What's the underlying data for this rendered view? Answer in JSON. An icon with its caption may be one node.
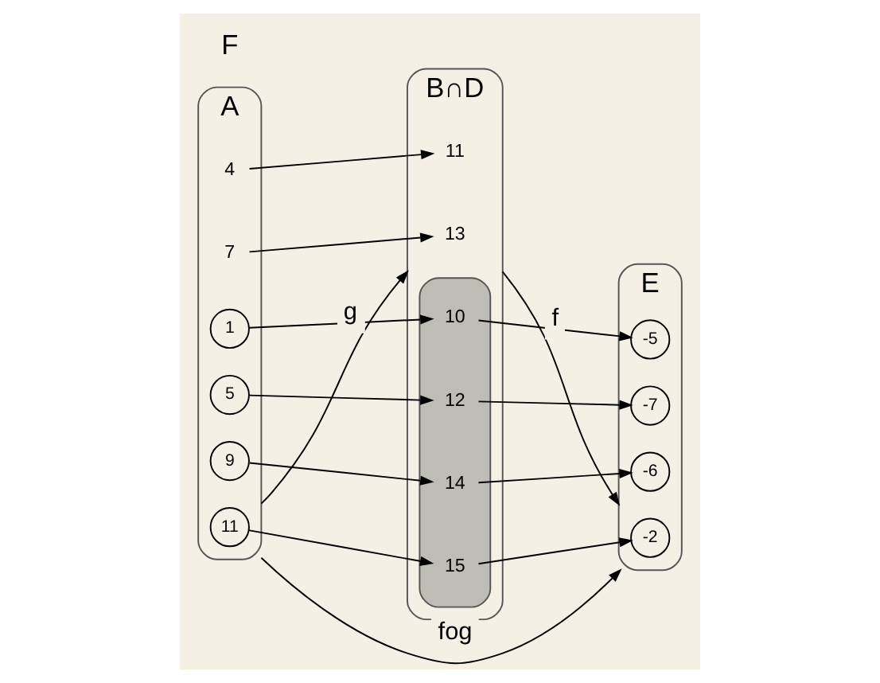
{
  "diagram": {
    "nodes": [
      {
        "text": [
          "A"
        ]
      },
      {
        "text": [
          "1"
        ],
        "in": 0
      },
      {
        "text": [
          "4"
        ],
        "in": 0
      },
      {
        "text": [
          "5"
        ],
        "in": 0
      },
      {
        "text": [
          "7"
        ],
        "in": 0
      },
      {
        "text": [
          "9"
        ],
        "in": 0
      },
      {
        "text": [
          "11"
        ],
        "in": 0
      },
      {
        "text": [
          "B∩D"
        ]
      },
      {
        "text": [],
        "shape": "cloud",
        "in": 7
      },
      {
        "text": [
          "10"
        ],
        "in": 8
      },
      {
        "text": [
          "11"
        ],
        "in": 7
      },
      {
        "text": [
          "12"
        ],
        "in": 8
      },
      {
        "text": [
          "13"
        ],
        "in": 7
      },
      {
        "text": [
          "14"
        ],
        "in": 8
      },
      {
        "text": [
          "15"
        ],
        "in": 8
      },
      {
        "text": [
          "E"
        ]
      },
      {
        "text": [
          "-5"
        ],
        "in": 15
      },
      {
        "text": [
          "-7"
        ],
        "in": 15
      },
      {
        "text": [
          "-6"
        ],
        "in": 15
      },
      {
        "text": [
          "-2"
        ],
        "in": 15
      }
    ],
    "edges": [
      {
        "from": 0,
        "to": 7,
        "arrow": "to",
        "label": "g"
      },
      {
        "from": 7,
        "to": 15,
        "arrow": "to",
        "label": "f"
      },
      {
        "from": 1,
        "to": 9,
        "arrow": "to"
      },
      {
        "from": 2,
        "to": 10,
        "arrow": "to"
      },
      {
        "from": 3,
        "to": 11,
        "arrow": "to"
      },
      {
        "from": 4,
        "to": 12,
        "arrow": "to"
      },
      {
        "from": 5,
        "to": 13,
        "arrow": "to"
      },
      {
        "from": 6,
        "to": 14,
        "arrow": "to"
      },
      {
        "from": 9,
        "to": 16,
        "arrow": "to"
      },
      {
        "from": 11,
        "to": 17,
        "arrow": "to"
      },
      {
        "from": 13,
        "to": 18,
        "arrow": "to"
      },
      {
        "from": 14,
        "to": 19,
        "arrow": "to"
      },
      {
        "from": 0,
        "to": 15,
        "arrow": "to",
        "label": "fog"
      }
    ],
    "labels": [
      "F"
    ]
  }
}
